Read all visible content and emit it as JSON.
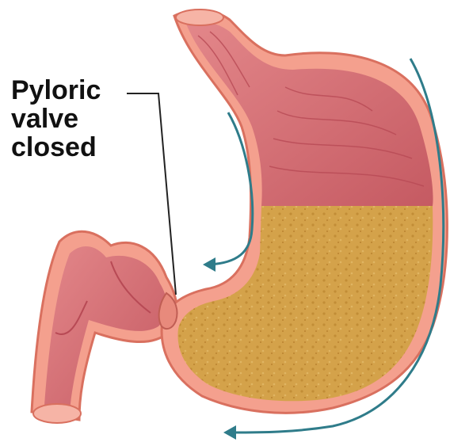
{
  "label": {
    "lines": [
      "Pyloric",
      "valve",
      "closed"
    ]
  },
  "colors": {
    "outer_wall": "#f4a08e",
    "outer_wall_stroke": "#d9705f",
    "muscle": "#d96f72",
    "muscle_dark": "#b84a55",
    "contents": "#d4a24a",
    "contents_texture": "#c28d36",
    "arrow": "#2f7c8a",
    "leader_line": "#222222"
  },
  "icons": {
    "arrows": [
      "arrow-down-left-icon",
      "arrow-down-left-icon"
    ]
  }
}
